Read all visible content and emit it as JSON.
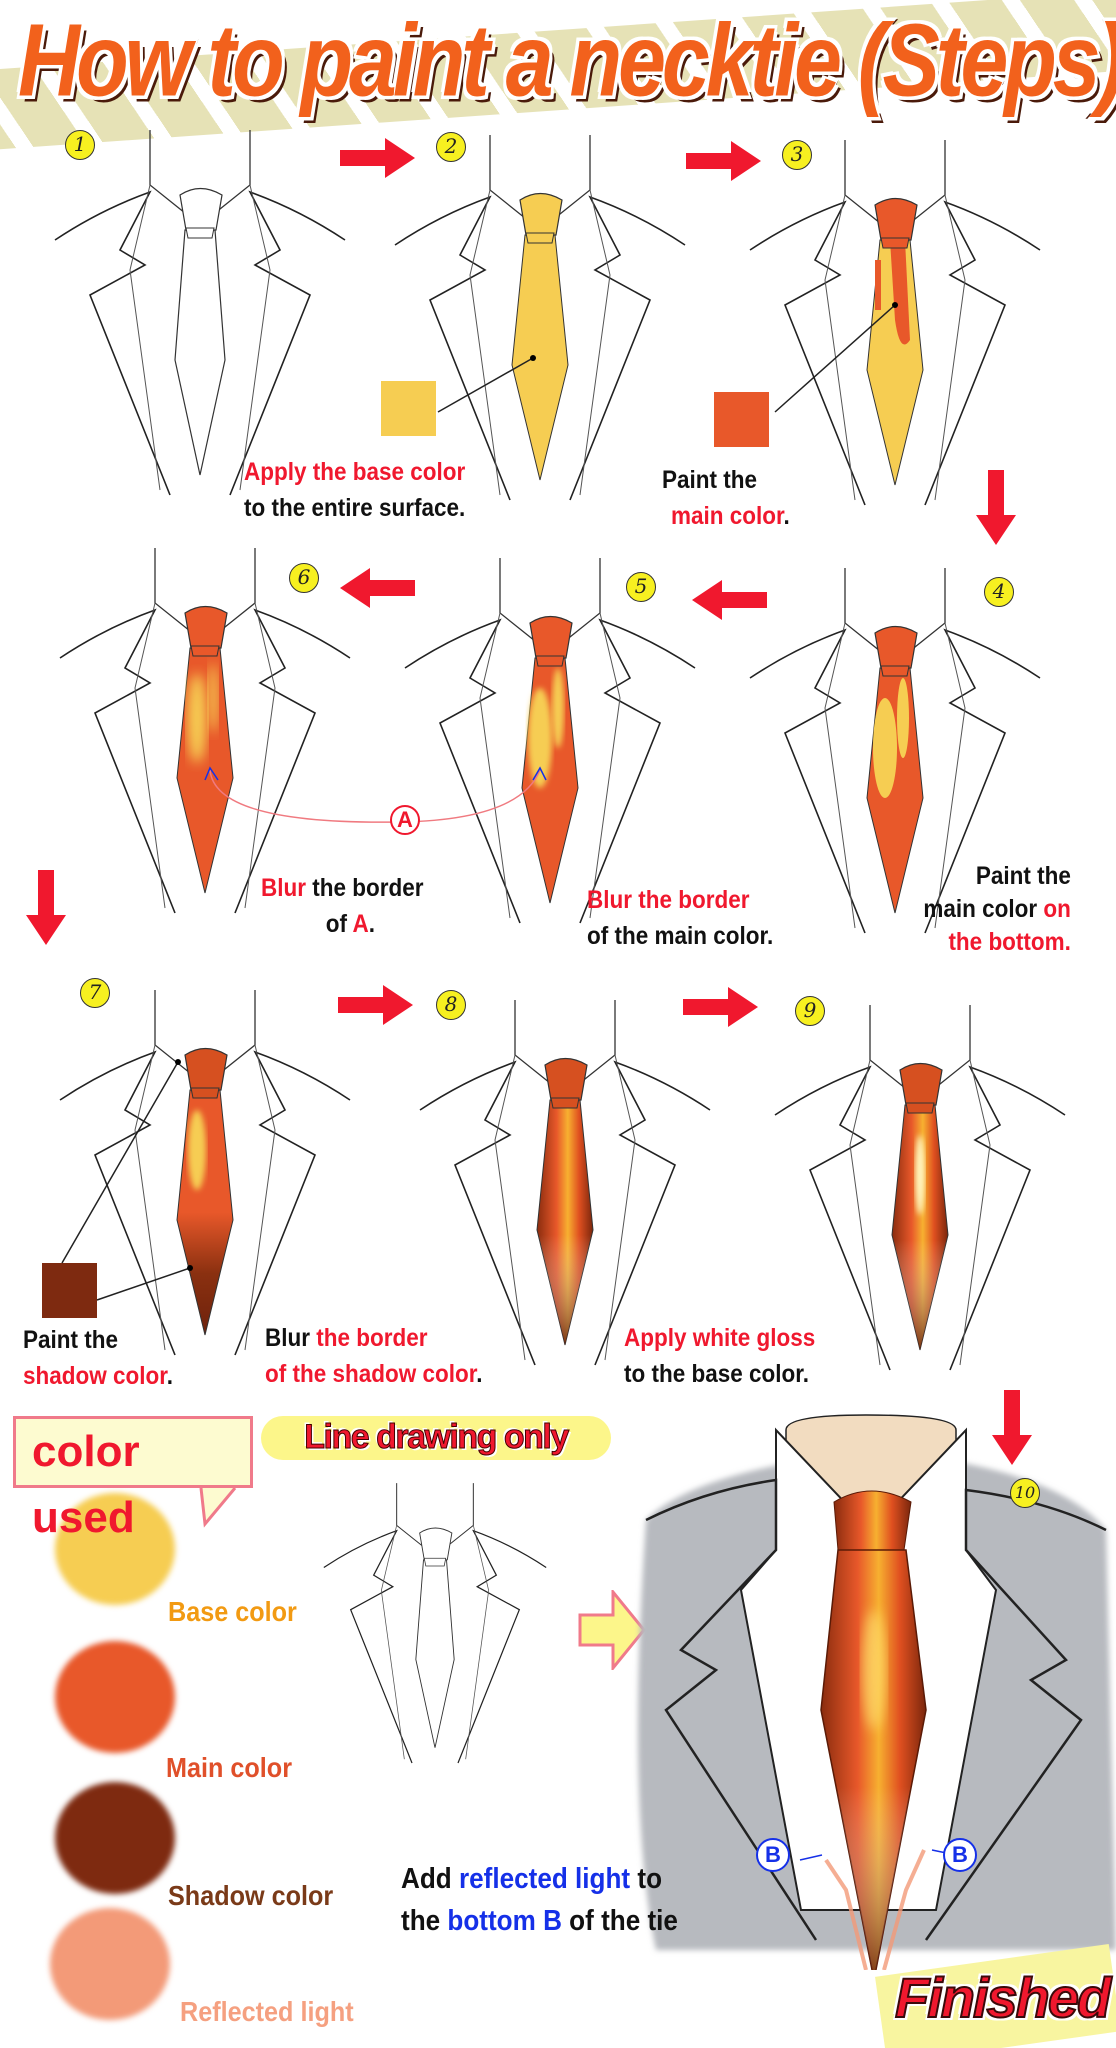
{
  "title": "How to paint a necktie (Steps)",
  "colors": {
    "base": "#f6cd52",
    "main": "#e8582a",
    "shadow": "#7e2a10",
    "reflected": "#f39a78",
    "accent_red": "#f0182e",
    "accent_blue": "#1530e8"
  },
  "steps": [
    {
      "number": "1"
    },
    {
      "number": "2",
      "caption": [
        {
          "text": "Apply the base color"
        },
        {
          "text": "to the entire surface."
        }
      ]
    },
    {
      "number": "3",
      "caption": [
        {
          "text": "Paint the"
        },
        {
          "text": "main color"
        },
        {
          "text": "."
        }
      ]
    },
    {
      "number": "4",
      "caption": [
        {
          "text": "Paint the"
        },
        {
          "text": "main color "
        },
        {
          "text": "on"
        },
        {
          "text": "the bottom."
        }
      ]
    },
    {
      "number": "5",
      "caption": [
        {
          "text": "Blur the border"
        },
        {
          "text": "of the main color."
        }
      ]
    },
    {
      "number": "6",
      "caption": [
        {
          "text": "Blur"
        },
        {
          "text": " the border"
        },
        {
          "text": "of "
        },
        {
          "text": "A"
        },
        {
          "text": "."
        }
      ]
    },
    {
      "number": "7",
      "caption": [
        {
          "text": "Paint the"
        },
        {
          "text": "shadow color"
        },
        {
          "text": "."
        }
      ]
    },
    {
      "number": "8",
      "caption": [
        {
          "text": "Blur "
        },
        {
          "text": "the border"
        },
        {
          "text": "of the shadow color"
        },
        {
          "text": "."
        }
      ]
    },
    {
      "number": "9",
      "caption": [
        {
          "text": "Apply white gloss"
        },
        {
          "text": "to the base color."
        }
      ]
    },
    {
      "number": "10",
      "caption": [
        {
          "text": "Add "
        },
        {
          "text": "reflected light"
        },
        {
          "text": " to"
        },
        {
          "text": "the "
        },
        {
          "text": "bottom B"
        },
        {
          "text": " of the tie"
        }
      ]
    }
  ],
  "marker_a": "A",
  "marker_b": "B",
  "color_used": {
    "heading": "color used",
    "items": [
      {
        "label": "Base color",
        "color": "#f6cd52",
        "text_color": "#f29a12"
      },
      {
        "label": "Main color",
        "color": "#e8582a",
        "text_color": "#e0502a"
      },
      {
        "label": "Shadow color",
        "color": "#7e2a10",
        "text_color": "#7a3a18"
      },
      {
        "label": "Reflected light",
        "color": "#f39a78",
        "text_color": "#f5a080"
      }
    ]
  },
  "line_drawing_label": "Line drawing only",
  "finished_label": "Finished"
}
